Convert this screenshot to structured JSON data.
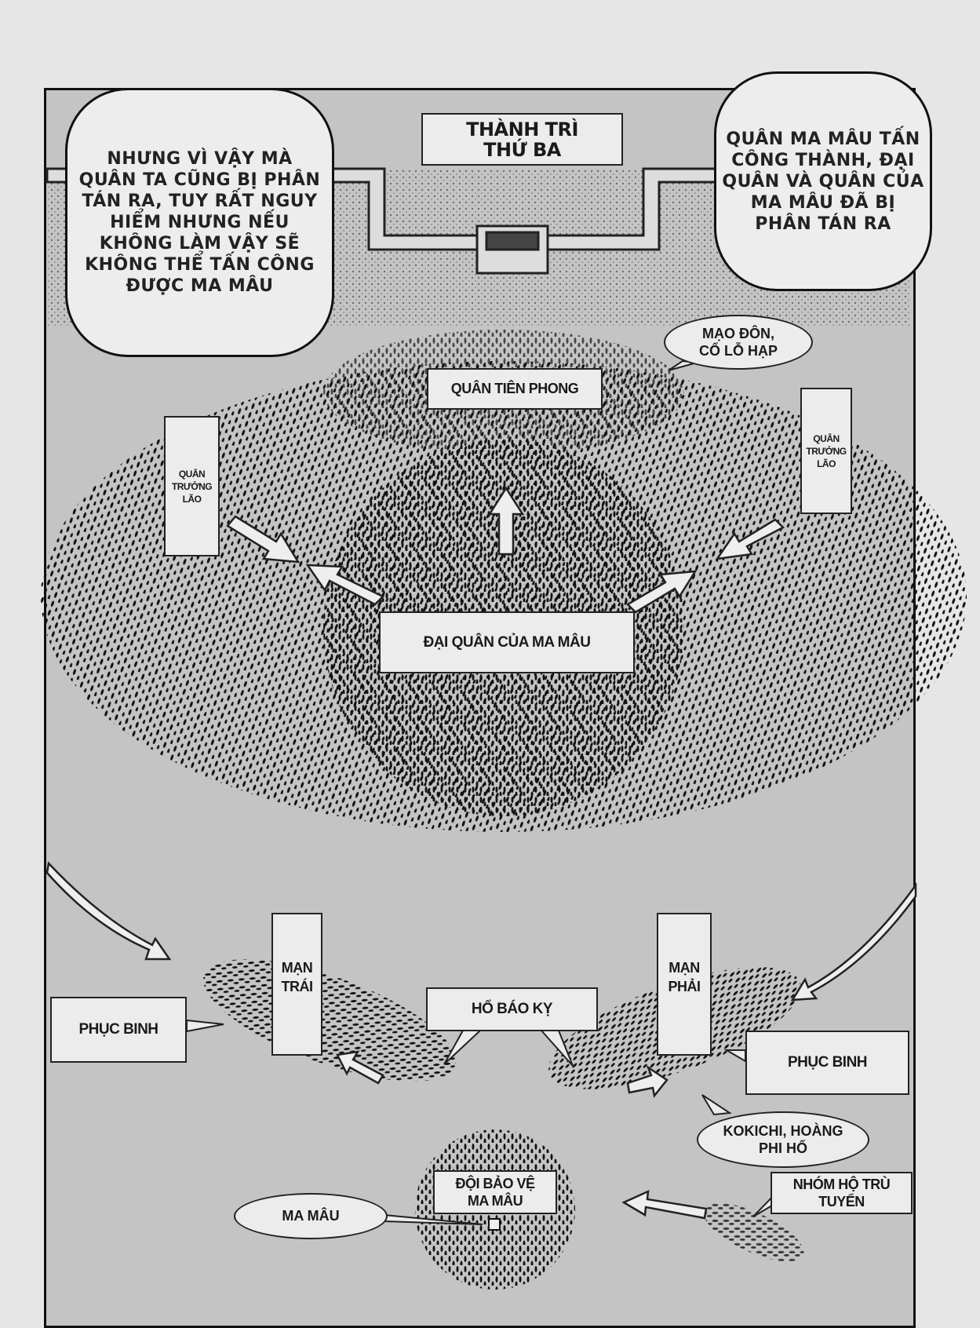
{
  "speech_left": {
    "lines": [
      "NHƯNG VÌ VẬY MÀ",
      "QUÂN TA CŨNG BỊ PHÂN",
      "TÁN RA, TUY RẤT NGUY",
      "HIỂM NHƯNG NẾU",
      "KHÔNG LÀM VẬY SẼ",
      "KHÔNG THỂ TẤN CÔNG",
      "ĐƯỢC MA MÂU"
    ]
  },
  "speech_right": {
    "lines": [
      "QUÂN MA MÂU TẤN",
      "CÔNG THÀNH, ĐẠI",
      "QUÂN VÀ QUÂN CỦA",
      "MA MÂU ĐÃ BỊ",
      "PHÂN TÁN RA"
    ]
  },
  "labels": {
    "castle_title": [
      "THÀNH TRÌ",
      "THỨ BA"
    ],
    "mao_don": [
      "MẠO ĐÔN,",
      "CỔ LỖ HẠP"
    ],
    "vanguard": "QUÂN TIÊN PHONG",
    "elder_left": [
      "QUÂN",
      "TRƯỞNG",
      "LÃO"
    ],
    "elder_right": [
      "QUÂN",
      "TRƯỞNG",
      "LÃO"
    ],
    "main_army": "ĐẠI QUÂN CỦA MA MÂU",
    "left_flank": [
      "MẠN",
      "TRÁI"
    ],
    "right_flank": [
      "MẠN",
      "PHẢI"
    ],
    "ambush_left": "PHỤC BINH",
    "ambush_right": "PHỤC BINH",
    "tiger_cavalry": "HỔ BÁO KỴ",
    "kokichi": [
      "KOKICHI, HOÀNG",
      "PHI HỔ"
    ],
    "ho_tru_tuyen": [
      "NHÓM HỘ TRÙ",
      "TUYỂN"
    ],
    "guard": [
      "ĐỘI BẢO VỆ",
      "MA MÂU"
    ],
    "ma_mau": "MA MÂU"
  }
}
